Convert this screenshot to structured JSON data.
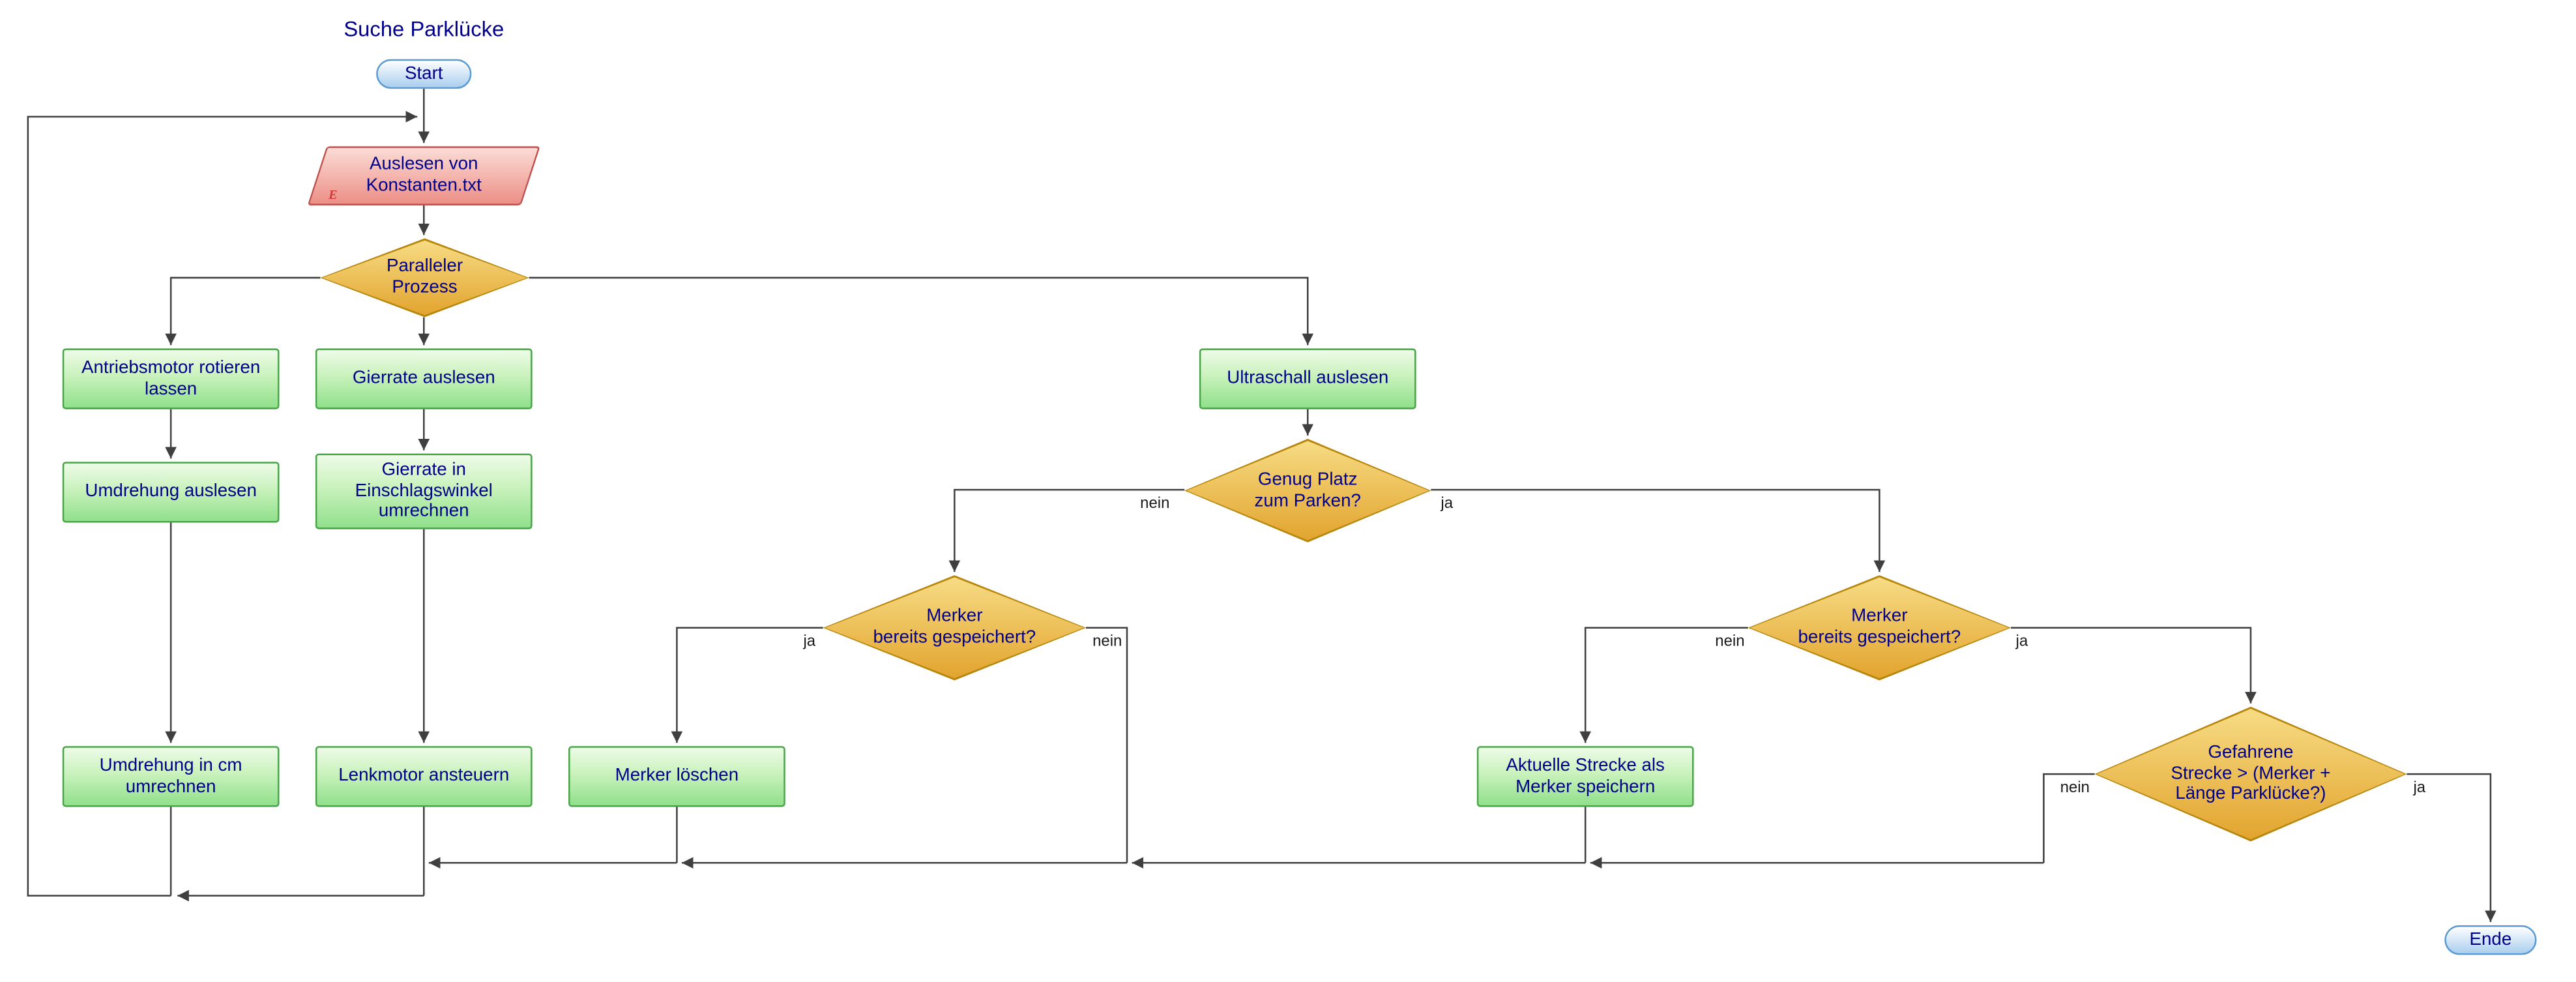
{
  "title": "Suche Parklücke",
  "edge_labels": {
    "ja": "ja",
    "nein": "nein"
  },
  "nodes": {
    "start": {
      "label": "Start"
    },
    "read_constants": {
      "label": "Auslesen von\nKonstanten.txt",
      "marker": "E"
    },
    "parallel": {
      "label": "Paralleler\nProzess"
    },
    "motor_rotate": {
      "label": "Antriebsmotor rotieren\nlassen"
    },
    "read_rotation": {
      "label": "Umdrehung auslesen"
    },
    "rotation_cm": {
      "label": "Umdrehung in cm\numrechnen"
    },
    "read_yaw": {
      "label": "Gierrate auslesen"
    },
    "yaw_angle": {
      "label": "Gierrate in\nEinschlagswinkel\numrechnen"
    },
    "steer": {
      "label": "Lenkmotor ansteuern"
    },
    "ultrasonic": {
      "label": "Ultraschall auslesen"
    },
    "space_check": {
      "label": "Genug Platz\nzum Parken?"
    },
    "marker_check_left": {
      "label": "Merker\nbereits gespeichert?"
    },
    "marker_clear": {
      "label": "Merker löschen"
    },
    "marker_check_right": {
      "label": "Merker\nbereits gespeichert?"
    },
    "marker_save": {
      "label": "Aktuelle Strecke als\nMerker speichern"
    },
    "distance_check": {
      "label": "Gefahrene\nStrecke > (Merker +\nLänge Parklücke?)"
    },
    "end": {
      "label": "Ende"
    }
  },
  "colors": {
    "text": "#00008b",
    "line": "#3f3f3f",
    "label": "#1a1a1a",
    "terminator-border": "#5b9bd5",
    "terminator-top": "#fdfeff",
    "terminator-bottom": "#aacfee",
    "process-border": "#4aa348",
    "process-top": "#eefbe8",
    "process-bottom": "#90e08c",
    "decision-border": "#b8860b",
    "decision-top": "#f7dc85",
    "decision-bottom": "#e2a42e",
    "io-border": "#c0504d",
    "io-top": "#fbdcd6",
    "io-bottom": "#ec8f86"
  }
}
